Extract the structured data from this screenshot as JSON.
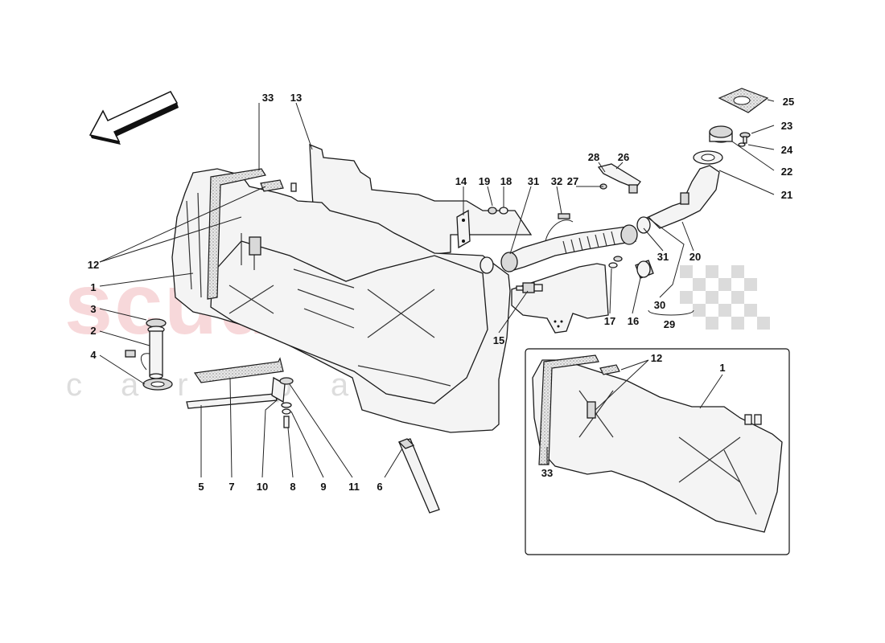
{
  "watermark": {
    "main": "scuderia",
    "sub": "car parts"
  },
  "callouts": [
    {
      "id": "33",
      "label": "33"
    },
    {
      "id": "13",
      "label": "13"
    },
    {
      "id": "14",
      "label": "14"
    },
    {
      "id": "19",
      "label": "19"
    },
    {
      "id": "18",
      "label": "18"
    },
    {
      "id": "31a",
      "label": "31"
    },
    {
      "id": "32",
      "label": "32"
    },
    {
      "id": "27",
      "label": "27"
    },
    {
      "id": "28",
      "label": "28"
    },
    {
      "id": "26",
      "label": "26"
    },
    {
      "id": "25",
      "label": "25"
    },
    {
      "id": "23",
      "label": "23"
    },
    {
      "id": "24",
      "label": "24"
    },
    {
      "id": "22",
      "label": "22"
    },
    {
      "id": "21",
      "label": "21"
    },
    {
      "id": "20",
      "label": "20"
    },
    {
      "id": "31b",
      "label": "31"
    },
    {
      "id": "30",
      "label": "30"
    },
    {
      "id": "29",
      "label": "29"
    },
    {
      "id": "16",
      "label": "16"
    },
    {
      "id": "17",
      "label": "17"
    },
    {
      "id": "15",
      "label": "15"
    },
    {
      "id": "12a",
      "label": "12"
    },
    {
      "id": "1a",
      "label": "1"
    },
    {
      "id": "3",
      "label": "3"
    },
    {
      "id": "2",
      "label": "2"
    },
    {
      "id": "4",
      "label": "4"
    },
    {
      "id": "5",
      "label": "5"
    },
    {
      "id": "7",
      "label": "7"
    },
    {
      "id": "10",
      "label": "10"
    },
    {
      "id": "8",
      "label": "8"
    },
    {
      "id": "9",
      "label": "9"
    },
    {
      "id": "11",
      "label": "11"
    },
    {
      "id": "6",
      "label": "6"
    },
    {
      "id": "12b",
      "label": "12"
    },
    {
      "id": "1b",
      "label": "1"
    },
    {
      "id": "33b",
      "label": "33"
    }
  ]
}
